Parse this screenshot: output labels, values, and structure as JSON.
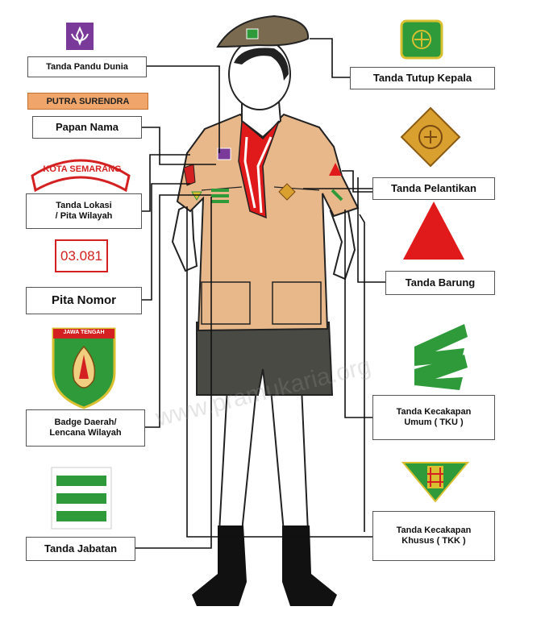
{
  "labels": {
    "pandu_dunia": "Tanda Pandu Dunia",
    "tutup_kepala": "Tanda Tutup Kepala",
    "putra": "PUTRA SURENDRA",
    "papan_nama": "Papan Nama",
    "kota": "KOTA SEMARANG",
    "lokasi_1": "Tanda Lokasi",
    "lokasi_2": "/ Pita Wilayah",
    "pelantikan": "Tanda Pelantikan",
    "pita_nomor_value": "03.081",
    "pita_nomor": "Pita Nomor",
    "barung": "Tanda Barung",
    "jawa_tengah": "JAWA TENGAH",
    "badge_1": "Badge Daerah/",
    "badge_2": "Lencana Wilayah",
    "tku_1": "Tanda Kecakapan",
    "tku_2": "Umum ( TKU )",
    "jabatan": "Tanda Jabatan",
    "tkk_1": "Tanda Kecakapan",
    "tkk_2": "Khusus ( TKK )",
    "watermark": "www.pramukaria.org"
  },
  "colors": {
    "shirt": "#e8b88a",
    "shorts": "#4a4a44",
    "beret": "#7a6a50",
    "green": "#2e9a3a",
    "red": "#e01a1a",
    "purple": "#7a3a9a",
    "gold": "#d9a030"
  }
}
